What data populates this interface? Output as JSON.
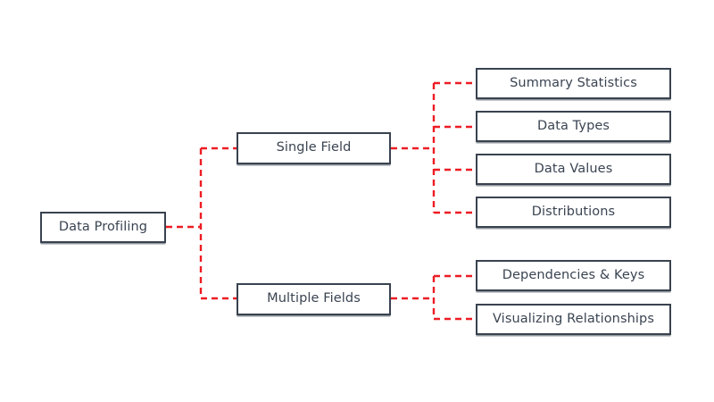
{
  "diagram": {
    "type": "tree",
    "orientation": "left-to-right",
    "title": "Data Profiling",
    "colors": {
      "background": "#ffffff",
      "node_border": "#39424f",
      "node_fill": "#ffffff",
      "node_text": "#3a4452",
      "connector": "#ed1c24"
    },
    "connector_style": "dashed",
    "root": {
      "id": "data-profiling",
      "label": "Data Profiling"
    },
    "branches": [
      {
        "id": "single-field",
        "label": "Single Field",
        "children": [
          {
            "id": "summary-statistics",
            "label": "Summary Statistics"
          },
          {
            "id": "data-types",
            "label": "Data Types"
          },
          {
            "id": "data-values",
            "label": "Data Values"
          },
          {
            "id": "distributions",
            "label": "Distributions"
          }
        ]
      },
      {
        "id": "multiple-fields",
        "label": "Multiple Fields",
        "children": [
          {
            "id": "dependencies-and-keys",
            "label": "Dependencies & Keys"
          },
          {
            "id": "visualizing-relationships",
            "label": "Visualizing Relationships"
          }
        ]
      }
    ]
  }
}
